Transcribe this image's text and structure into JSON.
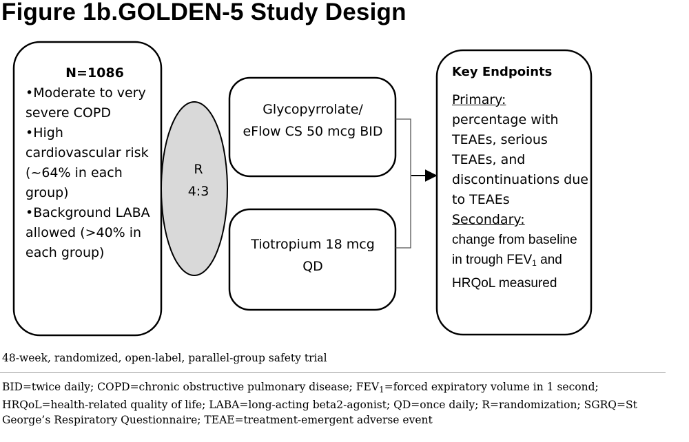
{
  "title": "Figure 1b.GOLDEN-5 Study Design",
  "population": {
    "heading": "N=1086",
    "bullets": [
      {
        "bullet": "•",
        "text": "Moderate to very severe COPD"
      },
      {
        "bullet": "•",
        "text": "High cardiovascular risk (~64% in each group)"
      },
      {
        "bullet": "•",
        "text": "Background LABA allowed (>40% in each group)"
      }
    ]
  },
  "randomization": {
    "label": "R",
    "ratio": "4:3"
  },
  "arms": [
    {
      "line1": "Glycopyrrolate/",
      "line2": "eFlow CS 50 mcg BID"
    },
    {
      "line1": "Tiotropium 18 mcg",
      "line2": "QD"
    }
  ],
  "endpoints": {
    "heading": "Key Endpoints",
    "primary_label": "Primary:",
    "primary_text": "percentage with TEAEs, serious TEAEs, and discontinuations due to TEAEs",
    "secondary_label": "Secondary:",
    "secondary_text_before": "change from baseline in trough FEV",
    "secondary_subscript": "1",
    "secondary_text_after": " and HRQoL measured"
  },
  "design_note": "48-week, randomized, open-label, parallel-group safety trial",
  "footnote": {
    "before": "BID=twice daily; COPD=chronic obstructive pulmonary disease; FEV",
    "subscript": "1",
    "after": "=forced expiratory volume in 1 second; HRQoL=health-related quality of life; LABA=long-acting beta2-agonist; QD=once daily; R=randomization; SGRQ=St George’s Respiratory Questionnaire; TEAE=treatment-emergent adverse event"
  },
  "colors": {
    "stroke": "#000000",
    "ellipse_fill": "#d9d9d9",
    "connector": "#555555",
    "rule": "#9a9a9a"
  }
}
